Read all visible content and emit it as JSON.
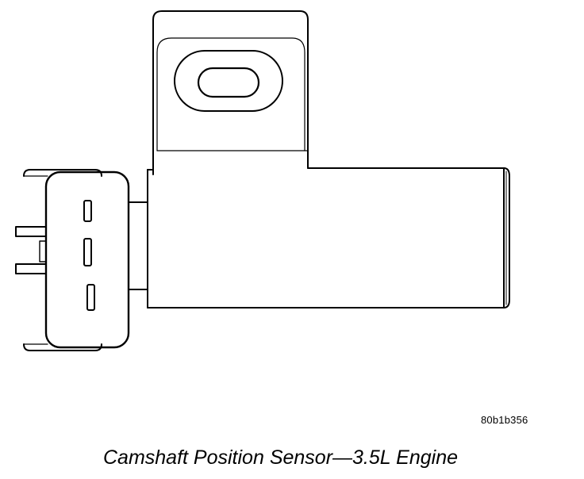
{
  "figure": {
    "reference_code": "80b1b356",
    "caption": "Camshaft Position Sensor—3.5L Engine"
  },
  "parts": [
    {
      "name": "mounting-bracket"
    },
    {
      "name": "bracket-mounting-slot"
    },
    {
      "name": "sensor-body-cylinder"
    },
    {
      "name": "sensor-tip"
    },
    {
      "name": "electrical-connector"
    },
    {
      "name": "connector-terminal",
      "count": 3
    },
    {
      "name": "connector-lock-tab",
      "count": 2
    }
  ],
  "colors": {
    "line": "#000000",
    "background": "#ffffff"
  }
}
